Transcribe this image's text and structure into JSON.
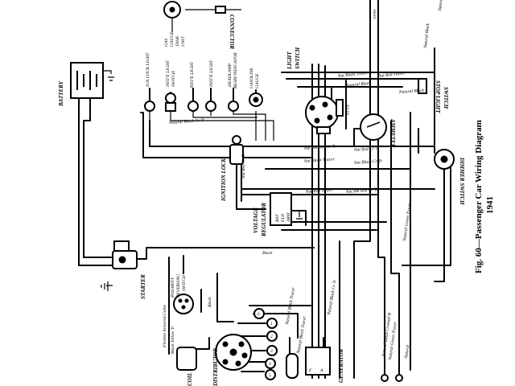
{
  "title": {
    "caption": "Fig. 60—Passenger Car Wiring Diagram",
    "year": "1941"
  },
  "components": {
    "battery": "BATTERY",
    "starter": "STARTER",
    "coil": "COIL",
    "distributor": "DISTRIBUTOR",
    "generator": "GENERATOR",
    "voltage_regulator_1": "VOLTAGE",
    "voltage_regulator_2": "REGULATOR",
    "ignition_lock": "IGNITION LOCK",
    "ammeter": "AMMETER",
    "fuse": "FUSE",
    "light_switch_1": "LIGHT",
    "light_switch_2": "SWITCH",
    "stop_light_switch_1": "STOP LIGHT",
    "stop_light_switch_2": "SWITCH",
    "dimmer_switch": "DIMMER SWITCH",
    "connector": "CONNECTOR",
    "gas_gauge_1": "GAS",
    "gas_gauge_2": "GAUGE",
    "gas_gauge_3": "TANK",
    "gas_gauge_4": "UNIT",
    "ign_lock_light": "IGN LOCK LIGHT",
    "inst_light_switch_1": "INST'E LIGHT",
    "inst_light_switch_2": "SWITCH",
    "inst_light_1": "INST'E LIGHT",
    "inst_light_2": "INST'E LIGHT",
    "headlamp_1": "HEADLAMP",
    "headlamp_2": "BEAM INDICATOR",
    "gasoline_1": "GASOLINE",
    "gasoline_2": "GAUGE",
    "polarity_1": "POLARITY",
    "polarity_2": "REVERSING",
    "polarity_3": "SWITCH",
    "regulator_terminals": [
      "BAT",
      "FLD",
      "ARM"
    ],
    "generator_terminals": [
      "F",
      "A"
    ],
    "plug_numbers": [
      "1",
      "2",
      "3",
      "4",
      "5",
      "6"
    ]
  },
  "wire_labels": {
    "natural_black_cr_tr": "Natural Black Cr Tr",
    "natural_black_tracer": "Natural Black Tracer",
    "flexible_armored_cable": "Flexible Armored Cable",
    "black_yellow_tr": "Black Yellow Tr",
    "black": "Black",
    "black_2": "Black",
    "natural_black_tracer_2": "Natural Black Tracer",
    "natural_black_cr_tr_2": "Natural Black Cr Tr",
    "nat_red_cr_tr": "Nat Red Cr Tr",
    "nat_blk_red_cr_tr": "Nat Blk Red Cr Tr",
    "nat_black_tracer": "Nat Black Tracer",
    "natural_black": "Natural Black",
    "nat_red_cr_tr_2": "Nat Red Cr Tr",
    "nat_black_cr_tr": "Nat Black Cr Tr",
    "nat_red_tracer": "Nat Red Tracer",
    "nat_blk_red_cr_tr_2": "Nat Blk Red Cr Tr",
    "natural_green_tracer": "Natural Green Tracer",
    "natural_black_crossed": "Natural Black Crossed &",
    "natural_green_tracer_2": "Natural Green Tracer",
    "natural": "Natural",
    "natural_black_top": "Natural Black",
    "natural_red_top": "Natural Black Cr",
    "horn": "Horn",
    "nat_black_tracer_2": "Nat Black Tracer",
    "nat_red_tracer_2": "Nat Red Tracer",
    "natural_black_3": "Natural Black"
  }
}
